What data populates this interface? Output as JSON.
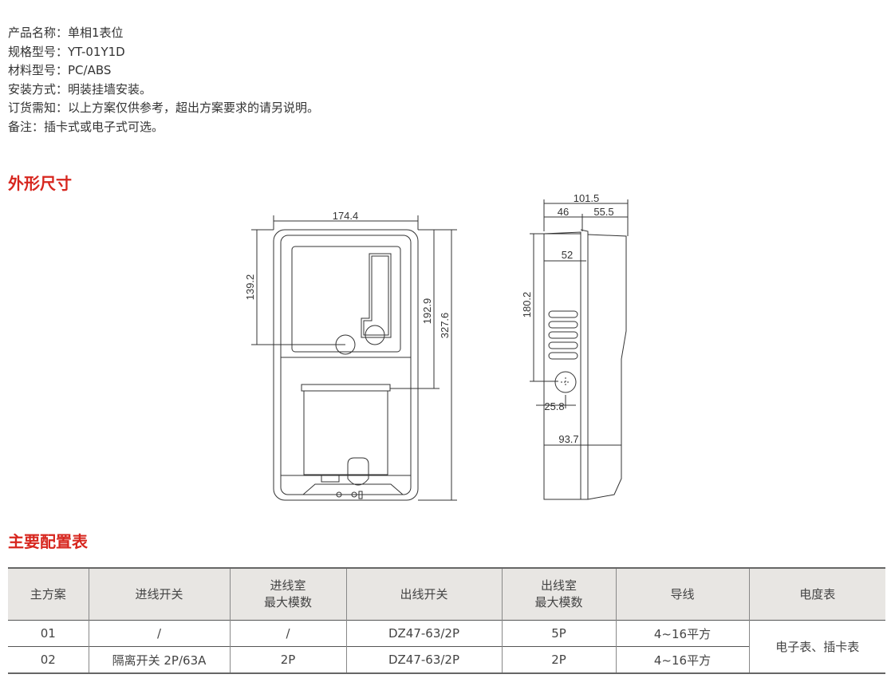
{
  "specs": [
    {
      "label": "产品名称：",
      "value": "单相1表位"
    },
    {
      "label": "规格型号：",
      "value": "YT-01Y1D"
    },
    {
      "label": "材料型号：",
      "value": "PC/ABS"
    },
    {
      "label": "安装方式：",
      "value": "明装挂墙安装。"
    },
    {
      "label": "订货需知：",
      "value": "以上方案仅供参考，超出方案要求的请另说明。"
    },
    {
      "label": "备注：",
      "value": "插卡式或电子式可选。"
    }
  ],
  "section_dims": "外形尺寸",
  "section_config": "主要配置表",
  "dims": {
    "front_width": "174.4",
    "front_h1": "139.2",
    "front_h2": "192.9",
    "front_h3": "327.6",
    "side_depth": "101.5",
    "side_d1": "46",
    "side_d2": "55.5",
    "side_d3": "52",
    "side_h": "180.2",
    "side_hole": "25.8",
    "side_d4": "93.7"
  },
  "table": {
    "headers": [
      [
        "主方案",
        ""
      ],
      [
        "进线开关",
        ""
      ],
      [
        "进线室",
        "最大模数"
      ],
      [
        "出线开关",
        ""
      ],
      [
        "出线室",
        "最大模数"
      ],
      [
        "导线",
        ""
      ],
      [
        "电度表",
        ""
      ]
    ],
    "rows": [
      [
        "01",
        "/",
        "/",
        "DZ47-63/2P",
        "5P",
        "4~16平方"
      ],
      [
        "02",
        "隔离开关 2P/63A",
        "2P",
        "DZ47-63/2P",
        "2P",
        "4~16平方"
      ]
    ],
    "meter": "电子表、插卡表"
  }
}
